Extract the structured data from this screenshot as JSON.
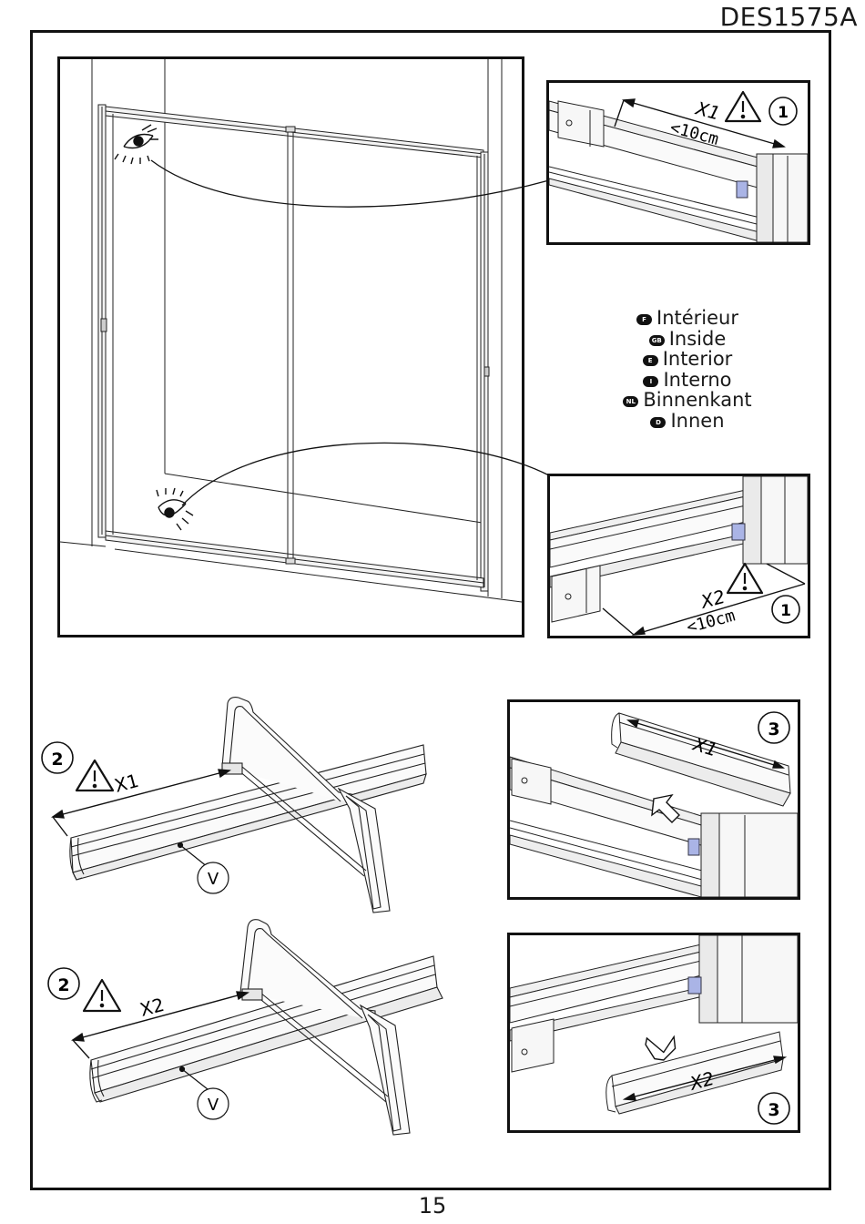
{
  "document": {
    "code": "DES1575A",
    "page_number": "15"
  },
  "legend": {
    "items": [
      {
        "code": "F",
        "label": "Intérieur"
      },
      {
        "code": "GB",
        "label": "Inside"
      },
      {
        "code": "E",
        "label": "Interior"
      },
      {
        "code": "I",
        "label": "Interno"
      },
      {
        "code": "NL",
        "label": "Binnenkant"
      },
      {
        "code": "D",
        "label": "Innen"
      }
    ]
  },
  "detail_top": {
    "measure": "X1",
    "limit": "<10cm",
    "step": "1"
  },
  "detail_bottom": {
    "measure": "X2",
    "limit": "<10cm",
    "step": "1"
  },
  "cut_top": {
    "measure": "X1",
    "step": "2",
    "part": "V"
  },
  "cut_bottom": {
    "measure": "X2",
    "step": "2",
    "part": "V"
  },
  "fit_top": {
    "measure": "X1",
    "step": "3"
  },
  "fit_bottom": {
    "measure": "X2",
    "step": "3"
  },
  "icons": [
    "eye-icon",
    "warning-icon",
    "arrow-icon",
    "hacksaw-icon"
  ]
}
